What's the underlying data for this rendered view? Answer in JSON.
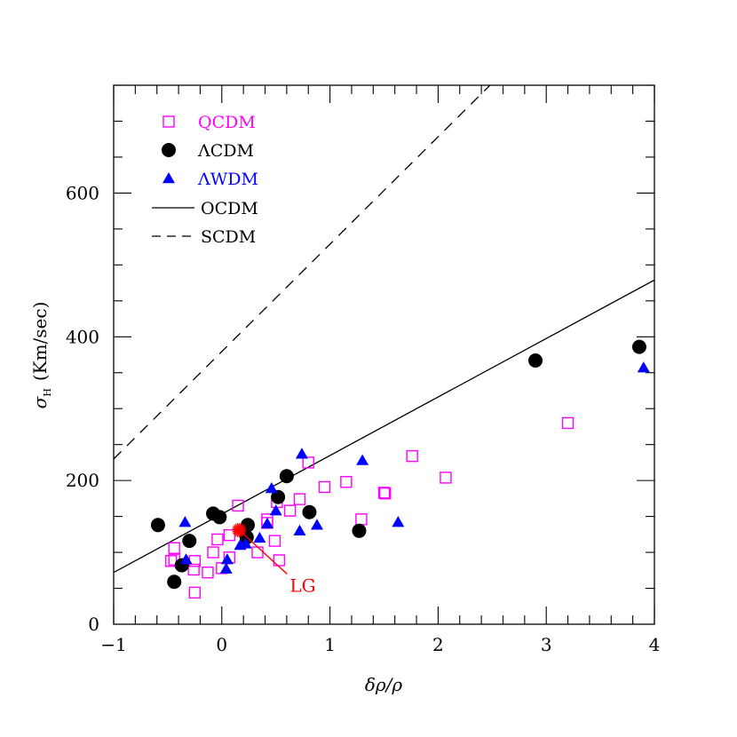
{
  "chart_data": {
    "type": "scatter",
    "title": "",
    "xlabel": "δρ/ρ",
    "ylabel": "σ_H (Km/sec)",
    "ylabel_main": "σ",
    "ylabel_sub": "H",
    "ylabel_unit": "(Km/sec)",
    "xlim": [
      -1,
      4
    ],
    "ylim": [
      0,
      750
    ],
    "x_ticks": [
      -1,
      0,
      1,
      2,
      3,
      4
    ],
    "x_tick_labels": [
      "−1",
      "0",
      "1",
      "2",
      "3",
      "4"
    ],
    "x_minor_step": 0.2,
    "y_ticks": [
      0,
      200,
      400,
      600
    ],
    "y_tick_labels": [
      "0",
      "200",
      "400",
      "600"
    ],
    "y_minor_step": 50,
    "grid": false,
    "legend_position": "upper-left",
    "legend": [
      {
        "label": "QCDM",
        "marker": "open-square",
        "color": "#ff00ff"
      },
      {
        "label": "ΛCDM",
        "marker": "filled-circle",
        "color": "#000000"
      },
      {
        "label": "ΛWDM",
        "marker": "filled-triangle",
        "color": "#0000ff"
      },
      {
        "label": "OCDM",
        "marker": "solid-line",
        "color": "#000000"
      },
      {
        "label": "SCDM",
        "marker": "dashed-line",
        "color": "#000000"
      }
    ],
    "series": [
      {
        "name": "QCDM",
        "marker": "open-square",
        "color": "#ff00ff",
        "points": [
          [
            -0.44,
            106
          ],
          [
            -0.44,
            90
          ],
          [
            -0.47,
            88
          ],
          [
            -0.25,
            88
          ],
          [
            -0.26,
            76
          ],
          [
            -0.13,
            72
          ],
          [
            -0.25,
            44
          ],
          [
            -0.08,
            100
          ],
          [
            -0.04,
            118
          ],
          [
            0.0,
            78
          ],
          [
            0.07,
            93
          ],
          [
            0.07,
            124
          ],
          [
            0.15,
            165
          ],
          [
            0.33,
            100
          ],
          [
            0.42,
            141
          ],
          [
            0.42,
            146
          ],
          [
            0.49,
            116
          ],
          [
            0.53,
            89
          ],
          [
            0.51,
            170
          ],
          [
            0.63,
            158
          ],
          [
            0.72,
            174
          ],
          [
            0.8,
            225
          ],
          [
            0.95,
            191
          ],
          [
            1.15,
            198
          ],
          [
            1.29,
            146
          ],
          [
            1.5,
            183
          ],
          [
            1.51,
            182
          ],
          [
            1.76,
            234
          ],
          [
            2.07,
            204
          ],
          [
            3.2,
            280
          ]
        ]
      },
      {
        "name": "ΛCDM",
        "marker": "filled-circle",
        "color": "#000000",
        "points": [
          [
            -0.59,
            138
          ],
          [
            -0.44,
            59
          ],
          [
            -0.37,
            82
          ],
          [
            -0.3,
            116
          ],
          [
            -0.08,
            154
          ],
          [
            -0.02,
            149
          ],
          [
            0.23,
            121
          ],
          [
            0.24,
            138
          ],
          [
            0.52,
            177
          ],
          [
            0.6,
            206
          ],
          [
            0.81,
            156
          ],
          [
            1.27,
            130
          ],
          [
            2.9,
            367
          ],
          [
            3.86,
            386
          ]
        ]
      },
      {
        "name": "ΛWDM",
        "marker": "filled-triangle",
        "color": "#0000ff",
        "points": [
          [
            -0.34,
            142
          ],
          [
            -0.33,
            90
          ],
          [
            0.04,
            77
          ],
          [
            0.05,
            90
          ],
          [
            0.17,
            110
          ],
          [
            0.22,
            112
          ],
          [
            0.35,
            120
          ],
          [
            0.42,
            140
          ],
          [
            0.46,
            189
          ],
          [
            0.5,
            158
          ],
          [
            0.72,
            130
          ],
          [
            0.74,
            237
          ],
          [
            0.88,
            138
          ],
          [
            1.3,
            228
          ],
          [
            1.63,
            142
          ],
          [
            3.9,
            357
          ]
        ]
      }
    ],
    "lines": [
      {
        "name": "OCDM",
        "style": "solid",
        "color": "#000000",
        "from": [
          -1,
          72
        ],
        "to": [
          4,
          479
        ]
      },
      {
        "name": "SCDM",
        "style": "dashed",
        "color": "#000000",
        "from": [
          -1,
          230
        ],
        "to": [
          2.48,
          750
        ]
      }
    ],
    "annotations": [
      {
        "text": "LG",
        "marker": "starburst",
        "color": "#ff0000",
        "point": [
          0.16,
          131
        ],
        "label_at": [
          0.62,
          60
        ]
      }
    ]
  }
}
